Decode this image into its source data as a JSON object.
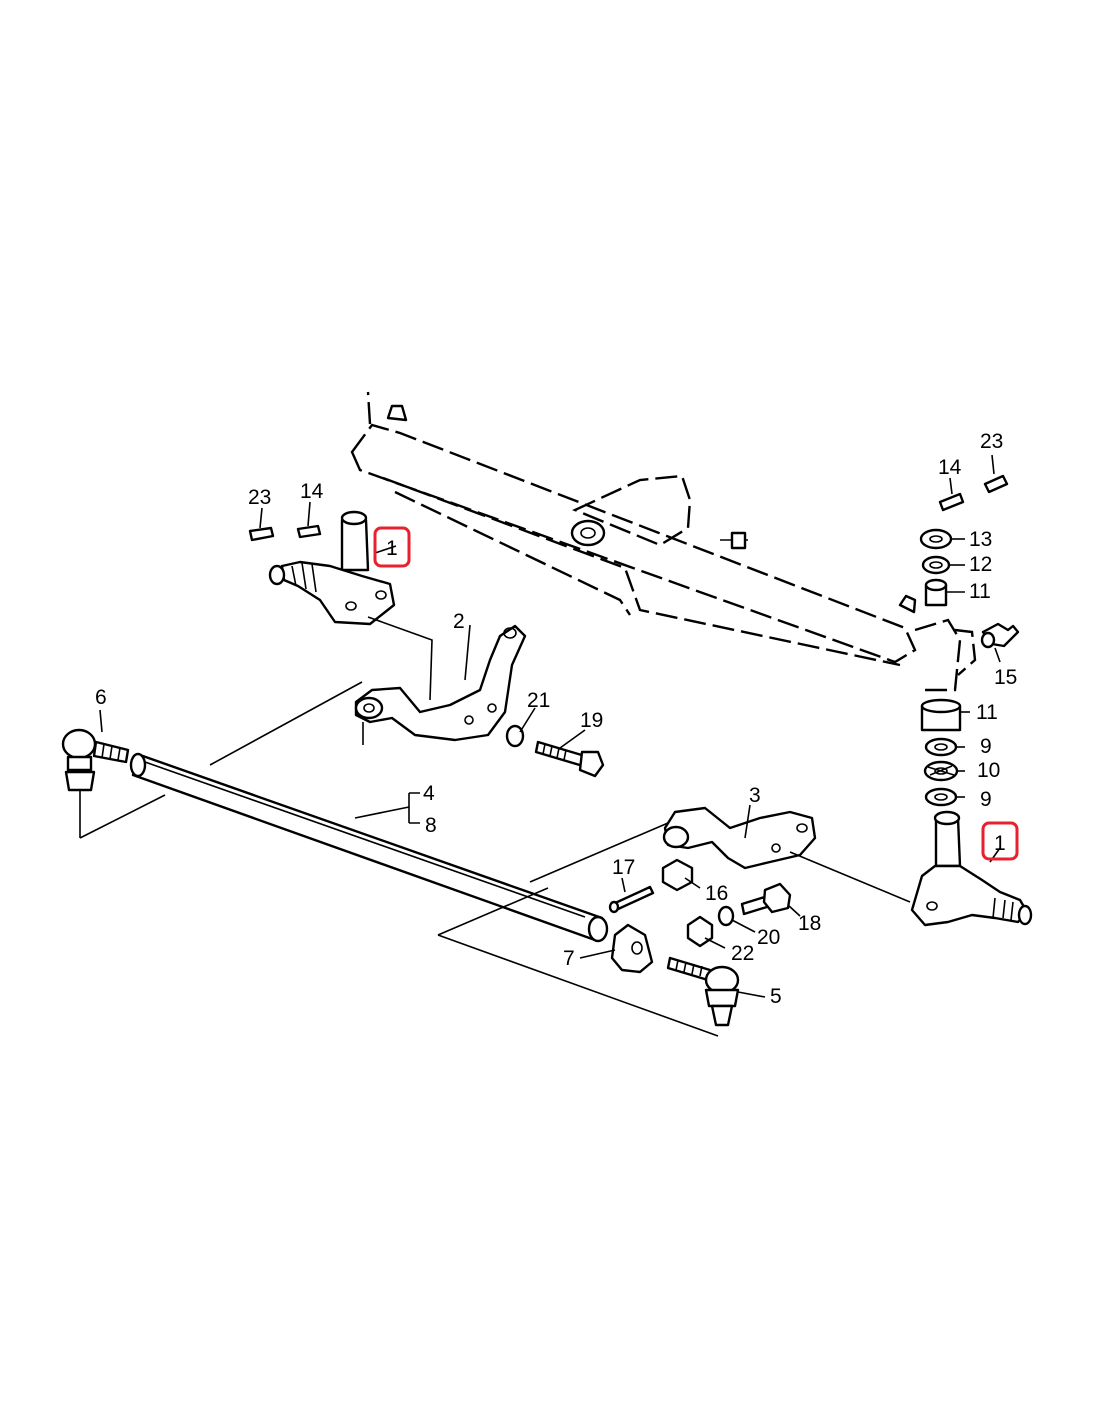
{
  "callouts": {
    "c1_left": "1",
    "c1_right": "1",
    "c2": "2",
    "c3": "3",
    "c4": "4",
    "c5": "5",
    "c6": "6",
    "c7": "7",
    "c8": "8",
    "c9_upper": "9",
    "c9_lower": "9",
    "c10": "10",
    "c11_upper": "11",
    "c11_lower": "11",
    "c12": "12",
    "c13": "13",
    "c14_left": "14",
    "c14_right": "14",
    "c15": "15",
    "c16": "16",
    "c17": "17",
    "c18": "18",
    "c19": "19",
    "c20": "20",
    "c21": "21",
    "c22": "22",
    "c23_left": "23",
    "c23_right": "23"
  },
  "colors": {
    "highlight": "#e8202f",
    "ink": "#000000",
    "background": "#ffffff"
  }
}
